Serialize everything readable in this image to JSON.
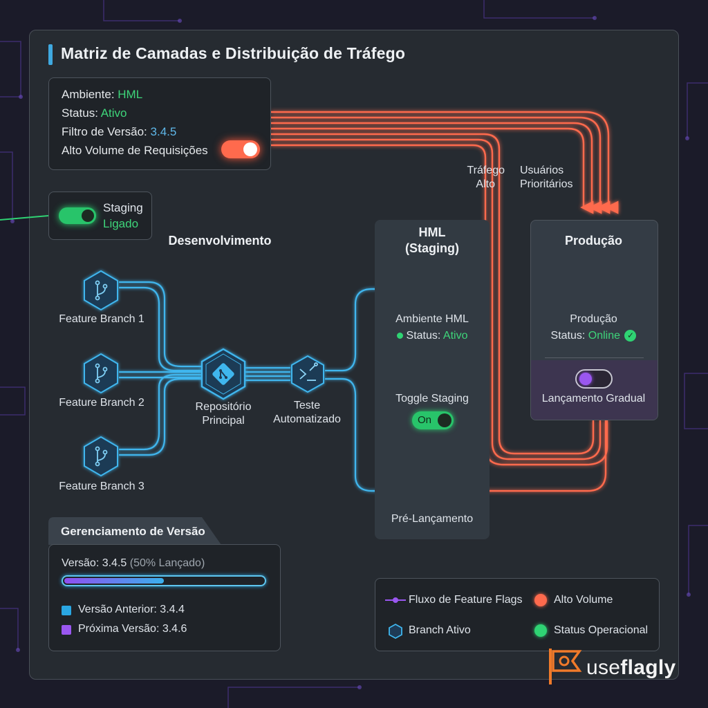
{
  "title": "Matriz de Camadas e Distribuição de Tráfego",
  "environment": {
    "ambiente_label": "Ambiente:",
    "ambiente_value": "HML",
    "status_label": "Status:",
    "status_value": "Ativo",
    "filtro_label": "Filtro de Versão:",
    "filtro_value": "3.4.5",
    "alto_volume_label": "Alto Volume de Requisições"
  },
  "staging_toggle": {
    "label": "Staging",
    "state": "Ligado"
  },
  "columns": {
    "desenvolvimento": "Desenvolvimento",
    "hml_line1": "HML",
    "hml_line2": "(Staging)",
    "producao": "Produção"
  },
  "branches": [
    "Feature Branch 1",
    "Feature Branch 2",
    "Feature Branch 3"
  ],
  "repo": {
    "line1": "Repositório",
    "line2": "Principal"
  },
  "teste": {
    "line1": "Teste",
    "line2": "Automatizado"
  },
  "hml": {
    "ambiente": "Ambiente HML",
    "status_label": "Status:",
    "status_value": "Ativo",
    "toggle_label": "Toggle Staging",
    "toggle_state": "On",
    "pre_lancamento": "Pré-Lançamento"
  },
  "traffic": {
    "trafego_line1": "Tráfego",
    "trafego_line2": "Alto",
    "usuarios_line1": "Usuários",
    "usuarios_line2": "Prioritários"
  },
  "producao": {
    "label": "Produção",
    "status_label": "Status:",
    "status_value": "Online",
    "gradual": "Lançamento Gradual"
  },
  "versao": {
    "header": "Gerenciamento de Versão",
    "line_prefix": "Versão: 3.4.5",
    "line_suffix": "(50% Lançado)",
    "progress": 0.5,
    "anterior": "Versão Anterior: 3.4.4",
    "proxima": "Próxima Versão: 3.4.6"
  },
  "legend": {
    "feature_flags": "Fluxo de Feature Flags",
    "alto_volume": "Alto Volume",
    "branch_ativo": "Branch Ativo",
    "status_operacional": "Status Operacional"
  },
  "logo": {
    "part1": "use",
    "part2": "flagly"
  },
  "colors": {
    "accent_blue": "#3fb6ee",
    "accent_green": "#2fd373",
    "accent_orange": "#ff6a4d",
    "accent_purple": "#9a57f0",
    "background": "#262b31"
  },
  "icons": {
    "branch": "git-branch-icon",
    "repo": "git-repo-icon",
    "test": "test-tools-icon",
    "check": "check-badge-icon",
    "logo": "flag-logo-icon"
  }
}
